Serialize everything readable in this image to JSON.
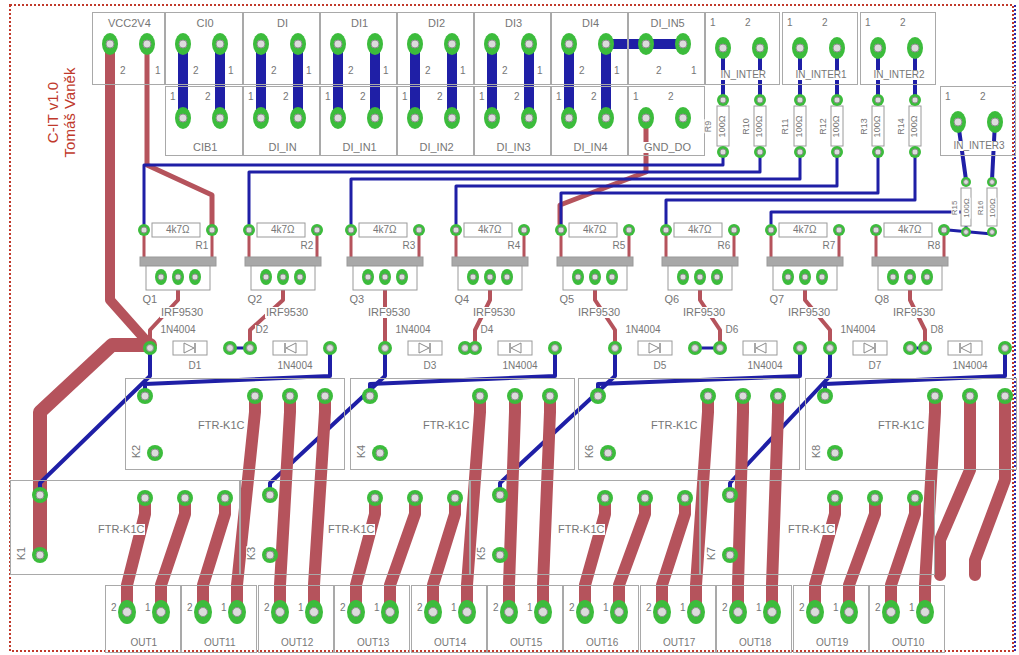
{
  "diagram": {
    "nodes": [
      {
        "text": [
          "VCC2V4",
          "2",
          "1"
        ]
      },
      {
        "text": [
          "CI0",
          "2",
          "1"
        ]
      },
      {
        "text": [
          "DI",
          "2",
          "1"
        ]
      },
      {
        "text": [
          "DI1",
          "2",
          "1"
        ]
      },
      {
        "text": [
          "DI2",
          "2",
          "1"
        ]
      },
      {
        "text": [
          "DI3",
          "2",
          "1"
        ]
      },
      {
        "text": [
          "DI4",
          "2",
          "1"
        ]
      },
      {
        "text": [
          "DI_IN5",
          "2",
          "1"
        ]
      },
      {
        "text": [
          "1",
          "2",
          "CIB1"
        ]
      },
      {
        "text": [
          "1",
          "2",
          "DI_IN"
        ]
      },
      {
        "text": [
          "1",
          "2",
          "DI_IN1"
        ]
      },
      {
        "text": [
          "1",
          "2",
          "DI_IN2"
        ]
      },
      {
        "text": [
          "1",
          "2",
          "DI_IN3"
        ]
      },
      {
        "text": [
          "1",
          "2",
          "DI_IN4"
        ]
      },
      {
        "text": [
          "1",
          "2",
          "GND_DO"
        ]
      },
      {
        "text": [
          "1",
          "2",
          "IN_INTER"
        ]
      },
      {
        "text": [
          "1",
          "2",
          "IN_INTER1"
        ]
      },
      {
        "text": [
          "1",
          "2",
          "IN_INTER2"
        ]
      },
      {
        "text": [
          "1",
          "2",
          "IN_INTER3"
        ]
      },
      {
        "text": [
          "R9",
          "100Ω"
        ]
      },
      {
        "text": [
          "R10",
          "100Ω"
        ]
      },
      {
        "text": [
          "R11",
          "100Ω"
        ]
      },
      {
        "text": [
          "R12",
          "100Ω"
        ]
      },
      {
        "text": [
          "R13",
          "100Ω"
        ]
      },
      {
        "text": [
          "R14",
          "100Ω"
        ]
      },
      {
        "text": [
          "R15",
          "100Ω"
        ]
      },
      {
        "text": [
          "R16",
          "100Ω"
        ]
      },
      {
        "text": [
          "4k7Ω",
          "R1"
        ]
      },
      {
        "text": [
          "4k7Ω",
          "R2"
        ]
      },
      {
        "text": [
          "4k7Ω",
          "R3"
        ]
      },
      {
        "text": [
          "4k7Ω",
          "R4"
        ]
      },
      {
        "text": [
          "4k7Ω",
          "R5"
        ]
      },
      {
        "text": [
          "4k7Ω",
          "R6"
        ]
      },
      {
        "text": [
          "4k7Ω",
          "R7"
        ]
      },
      {
        "text": [
          "4k7Ω",
          "R8"
        ]
      },
      {
        "text": [
          "Q1",
          "IRF9530"
        ]
      },
      {
        "text": [
          "Q2",
          "IRF9530"
        ]
      },
      {
        "text": [
          "Q3",
          "IRF9530"
        ]
      },
      {
        "text": [
          "Q4",
          "IRF9530"
        ]
      },
      {
        "text": [
          "Q5",
          "IRF9530"
        ]
      },
      {
        "text": [
          "Q6",
          "IRF9530"
        ]
      },
      {
        "text": [
          "Q7",
          "IRF9530"
        ]
      },
      {
        "text": [
          "Q8",
          "IRF9530"
        ]
      },
      {
        "text": [
          "1N4004",
          "D1"
        ]
      },
      {
        "text": [
          "D2",
          "1N4004"
        ]
      },
      {
        "text": [
          "1N4004",
          "D3"
        ]
      },
      {
        "text": [
          "D4",
          "1N4004"
        ]
      },
      {
        "text": [
          "1N4004",
          "D5"
        ]
      },
      {
        "text": [
          "D6",
          "1N4004"
        ]
      },
      {
        "text": [
          "1N4004",
          "D7"
        ]
      },
      {
        "text": [
          "D8",
          "1N4004"
        ]
      },
      {
        "text": [
          "FTR-K1C",
          "K2"
        ]
      },
      {
        "text": [
          "FTR-K1C",
          "K4"
        ]
      },
      {
        "text": [
          "FTR-K1C",
          "K6"
        ]
      },
      {
        "text": [
          "FTR-K1C",
          "K8"
        ]
      },
      {
        "text": [
          "FTR-K1C",
          "K1"
        ]
      },
      {
        "text": [
          "FTR-K1C",
          "K3"
        ]
      },
      {
        "text": [
          "FTR-K1C",
          "K5"
        ]
      },
      {
        "text": [
          "FTR-K1C",
          "K7"
        ]
      },
      {
        "text": [
          "2",
          "1",
          "OUT1"
        ]
      },
      {
        "text": [
          "2",
          "1",
          "OUT11"
        ]
      },
      {
        "text": [
          "2",
          "1",
          "OUT12"
        ]
      },
      {
        "text": [
          "2",
          "1",
          "OUT13"
        ]
      },
      {
        "text": [
          "2",
          "1",
          "OUT14"
        ]
      },
      {
        "text": [
          "2",
          "1",
          "OUT15"
        ]
      },
      {
        "text": [
          "2",
          "1",
          "OUT16"
        ]
      },
      {
        "text": [
          "2",
          "1",
          "OUT17"
        ]
      },
      {
        "text": [
          "2",
          "1",
          "OUT18"
        ]
      },
      {
        "text": [
          "2",
          "1",
          "OUT19"
        ]
      },
      {
        "text": [
          "2",
          "1",
          "OUT10"
        ]
      }
    ],
    "labels": [
      "C-IT v1.0",
      "Tomáš Vaněk"
    ]
  }
}
